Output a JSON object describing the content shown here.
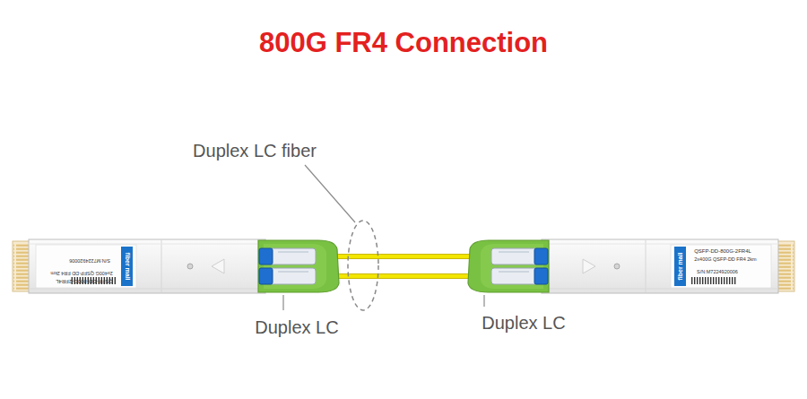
{
  "diagram": {
    "title": "800G FR4 Connection",
    "labels": [
      "Duplex LC fiber",
      "Duplex LC",
      "Duplex LC",
      "QSFP-DD-800G-2FR4L",
      "2x400G QSFP-DD FR4 2km",
      "S/N:M7224920006",
      "fiber mall",
      "QSFP-DD-800G-2FR4L",
      "2x400G QSFP-DD FR4 2km",
      "S/N:M7224920006",
      "fiber mall"
    ]
  }
}
